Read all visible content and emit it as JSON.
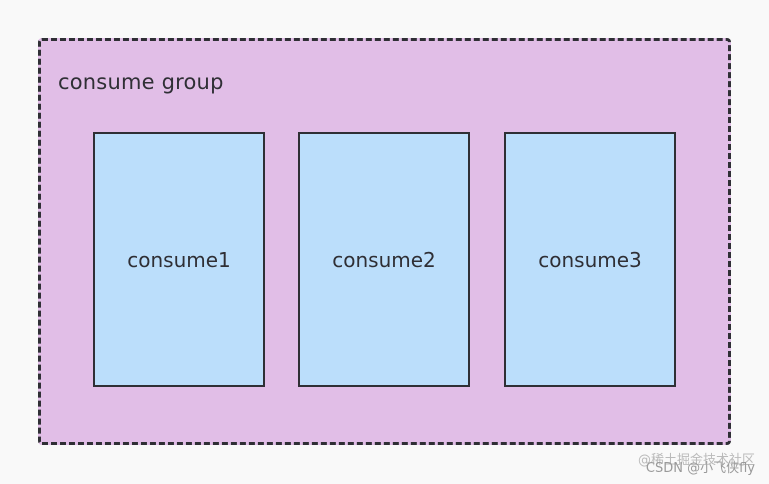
{
  "diagram": {
    "group_label": "consume group",
    "consumers": [
      "consume1",
      "consume2",
      "consume3"
    ]
  },
  "watermark": {
    "line1": "@稀土掘金技术社区",
    "line2": "CSDN @小飞侠fly"
  },
  "colors": {
    "background": "#f9f9f9",
    "group_fill": "#e1bee7",
    "consumer_fill": "#bbdefb",
    "stroke": "#2f2f35"
  }
}
